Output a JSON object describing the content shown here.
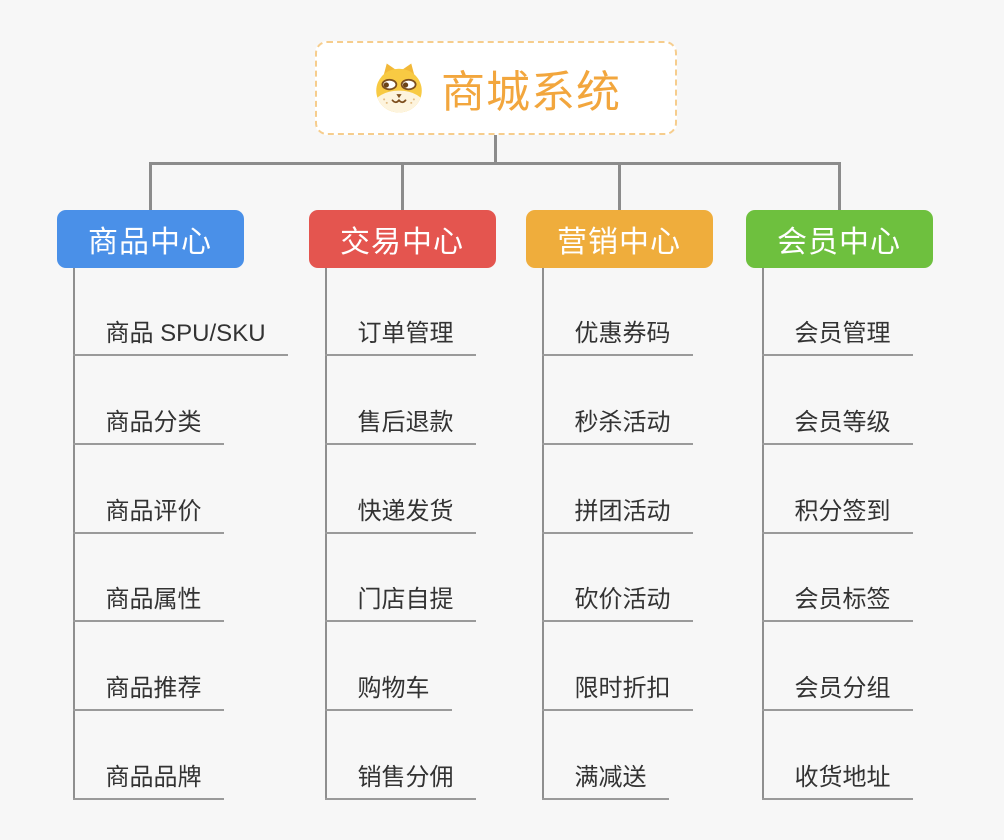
{
  "root": {
    "title": "商城系统",
    "icon": "dog-face-icon",
    "title_color": "#f2a63d",
    "border_color": "#f6cd8d"
  },
  "line_color": "#8c8c8c",
  "underline_color": "#9a9a9a",
  "leaf_text_color": "#333333",
  "branches": [
    {
      "title": "商品中心",
      "color": "#4a90e8",
      "items": [
        "商品 SPU/SKU",
        "商品分类",
        "商品评价",
        "商品属性",
        "商品推荐",
        "商品品牌"
      ]
    },
    {
      "title": "交易中心",
      "color": "#e4554f",
      "items": [
        "订单管理",
        "售后退款",
        "快递发货",
        "门店自提",
        "购物车",
        "销售分佣"
      ]
    },
    {
      "title": "营销中心",
      "color": "#efad3c",
      "items": [
        "优惠券码",
        "秒杀活动",
        "拼团活动",
        "砍价活动",
        "限时折扣",
        "满减送"
      ]
    },
    {
      "title": "会员中心",
      "color": "#6ec03e",
      "items": [
        "会员管理",
        "会员等级",
        "积分签到",
        "会员标签",
        "会员分组",
        "收货地址"
      ]
    }
  ]
}
